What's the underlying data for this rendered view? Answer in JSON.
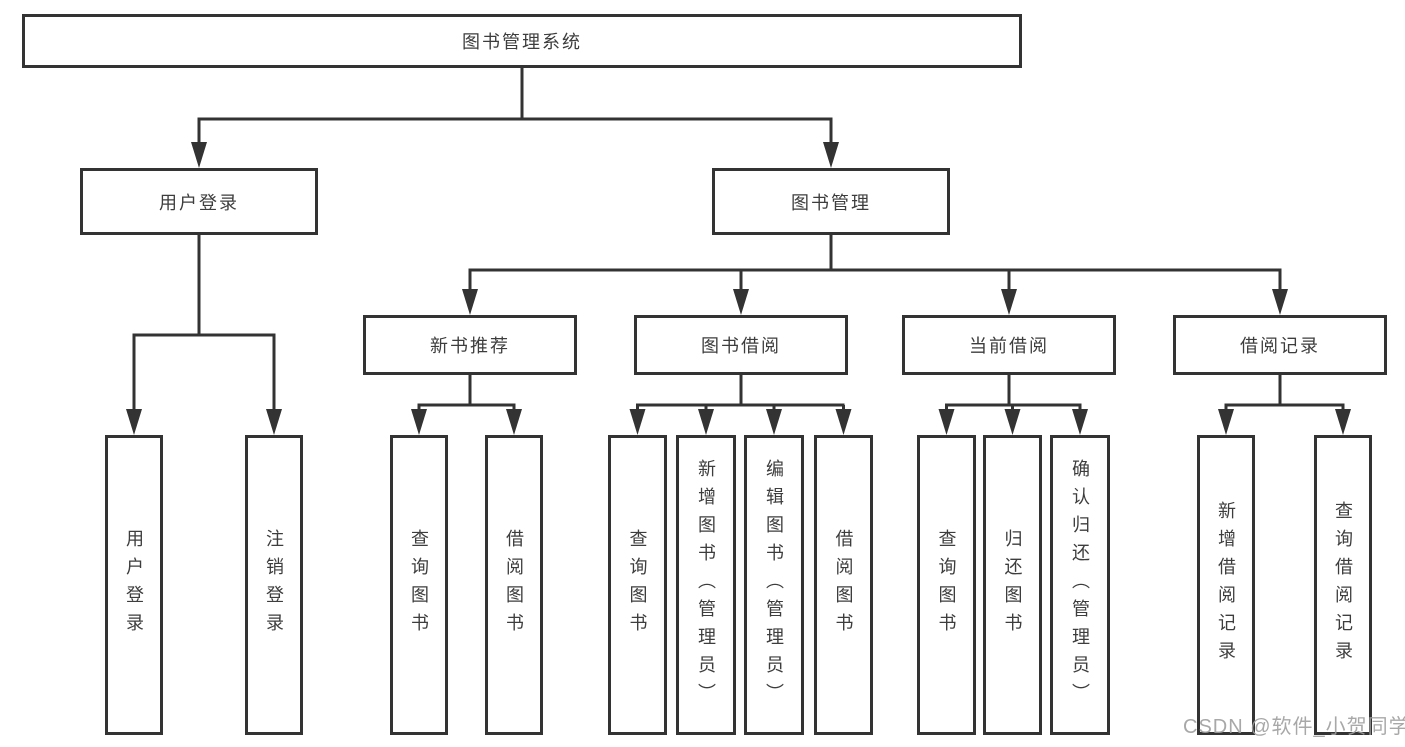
{
  "diagram": {
    "watermark": "CSDN @软件_小贺同学",
    "colors": {
      "line": "#333333",
      "box_border": "#333333",
      "text": "#3d3d3d",
      "watermark": "#9e9e9e",
      "background": "#ffffff"
    }
  },
  "nodes": {
    "root": {
      "label": "图书管理系统"
    },
    "user_login": {
      "label": "用户登录"
    },
    "book_mgmt": {
      "label": "图书管理"
    },
    "ul_login": {
      "label": "用户登录"
    },
    "ul_logout": {
      "label": "注销登录"
    },
    "new_book_rec": {
      "label": "新书推荐"
    },
    "book_borrow": {
      "label": "图书借阅"
    },
    "current_borrow": {
      "label": "当前借阅"
    },
    "borrow_records": {
      "label": "借阅记录"
    },
    "nbr_query": {
      "label": "查询图书"
    },
    "nbr_borrow": {
      "label": "借阅图书"
    },
    "bb_query": {
      "label": "查询图书"
    },
    "bb_add": {
      "label": "新增图书（管理员）"
    },
    "bb_edit": {
      "label": "编辑图书（管理员）"
    },
    "bb_borrow": {
      "label": "借阅图书"
    },
    "cb_query": {
      "label": "查询图书"
    },
    "cb_return": {
      "label": "归还图书"
    },
    "cb_confirm": {
      "label": "确认归还（管理员）"
    },
    "br_add": {
      "label": "新增借阅记录"
    },
    "br_query": {
      "label": "查询借阅记录"
    }
  }
}
